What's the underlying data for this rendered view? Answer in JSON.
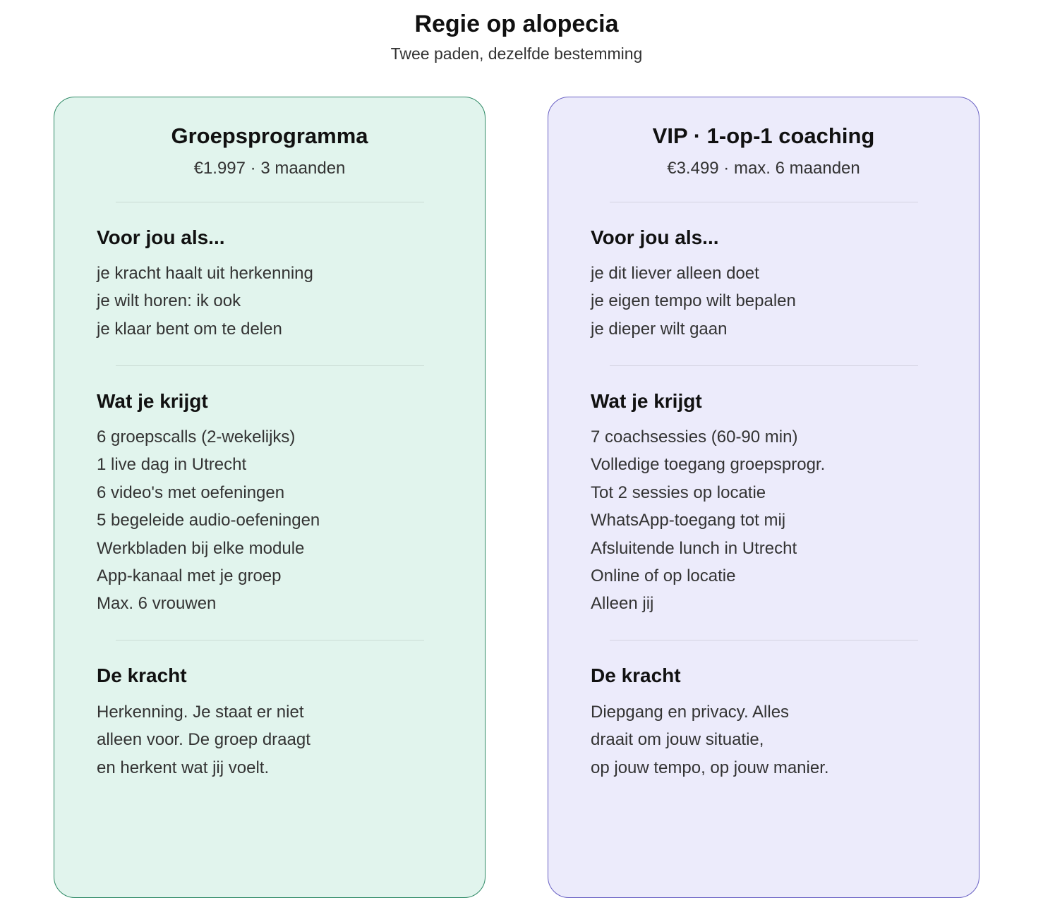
{
  "header": {
    "title": "Regie op alopecia",
    "subtitle": "Twee paden, dezelfde bestemming"
  },
  "colors": {
    "group_background": "#e1f4ed",
    "group_border": "#2f8a66",
    "vip_background": "#ecebfb",
    "vip_border": "#6a62c4"
  },
  "cards": [
    {
      "title": "Groepsprogramma",
      "price": "€1.997 · 3 maanden",
      "for_you_heading": "Voor jou als...",
      "for_you_items": [
        "je kracht haalt uit herkenning",
        "je wilt horen: ik ook",
        "je klaar bent om te delen"
      ],
      "what_you_get_heading": "Wat je krijgt",
      "what_you_get_items": [
        "6 groepscalls (2-wekelijks)",
        "1 live dag in Utrecht",
        "6 video's met oefeningen",
        "5 begeleide audio-oefeningen",
        "Werkbladen bij elke module",
        "App-kanaal met je groep",
        "Max. 6 vrouwen"
      ],
      "strength_heading": "De kracht",
      "strength_lines": [
        "Herkenning. Je staat er niet",
        "alleen voor. De groep draagt",
        "en herkent wat jij voelt."
      ]
    },
    {
      "title": "VIP · 1-op-1 coaching",
      "price": "€3.499 · max. 6 maanden",
      "for_you_heading": "Voor jou als...",
      "for_you_items": [
        "je dit liever alleen doet",
        "je eigen tempo wilt bepalen",
        "je dieper wilt gaan"
      ],
      "what_you_get_heading": "Wat je krijgt",
      "what_you_get_items": [
        "7 coachsessies (60-90 min)",
        "Volledige toegang groepsprogr.",
        "Tot 2 sessies op locatie",
        "WhatsApp-toegang tot mij",
        "Afsluitende lunch in Utrecht",
        "Online of op locatie",
        "Alleen jij"
      ],
      "strength_heading": "De kracht",
      "strength_lines": [
        "Diepgang en privacy. Alles",
        "draait om jouw situatie,",
        "op jouw tempo, op jouw manier."
      ]
    }
  ]
}
